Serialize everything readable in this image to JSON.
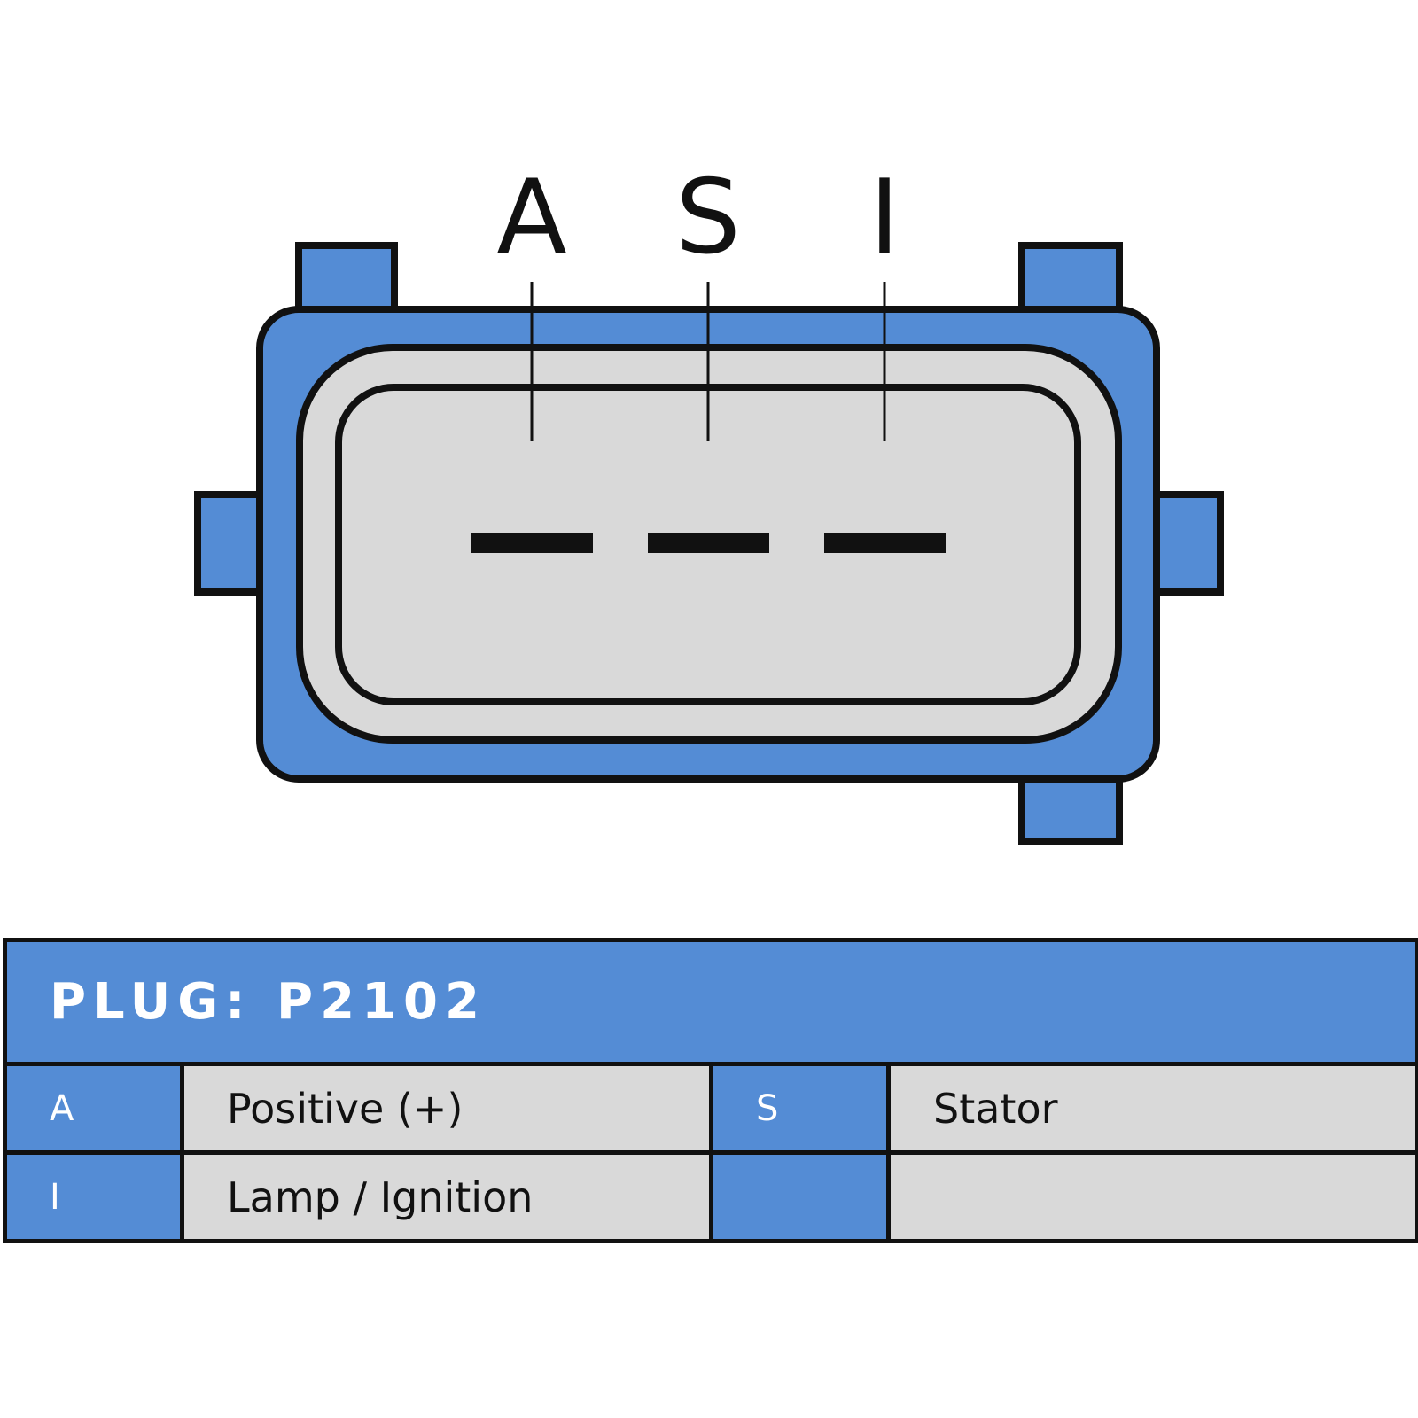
{
  "colors": {
    "housing_blue": "#548cd5",
    "insert_gray": "#d9d9d9",
    "outline_black": "#111111",
    "header_text": "#ffffff"
  },
  "connector": {
    "pin_labels": [
      "A",
      "S",
      "I"
    ],
    "terminal_count": 3
  },
  "table": {
    "header": "PLUG: P2102",
    "rows": [
      [
        {
          "pin": "A",
          "desc": "Positive (+)"
        },
        {
          "pin": "S",
          "desc": "Stator"
        }
      ],
      [
        {
          "pin": "I",
          "desc": "Lamp / Ignition"
        },
        {
          "pin": "",
          "desc": ""
        }
      ]
    ]
  }
}
